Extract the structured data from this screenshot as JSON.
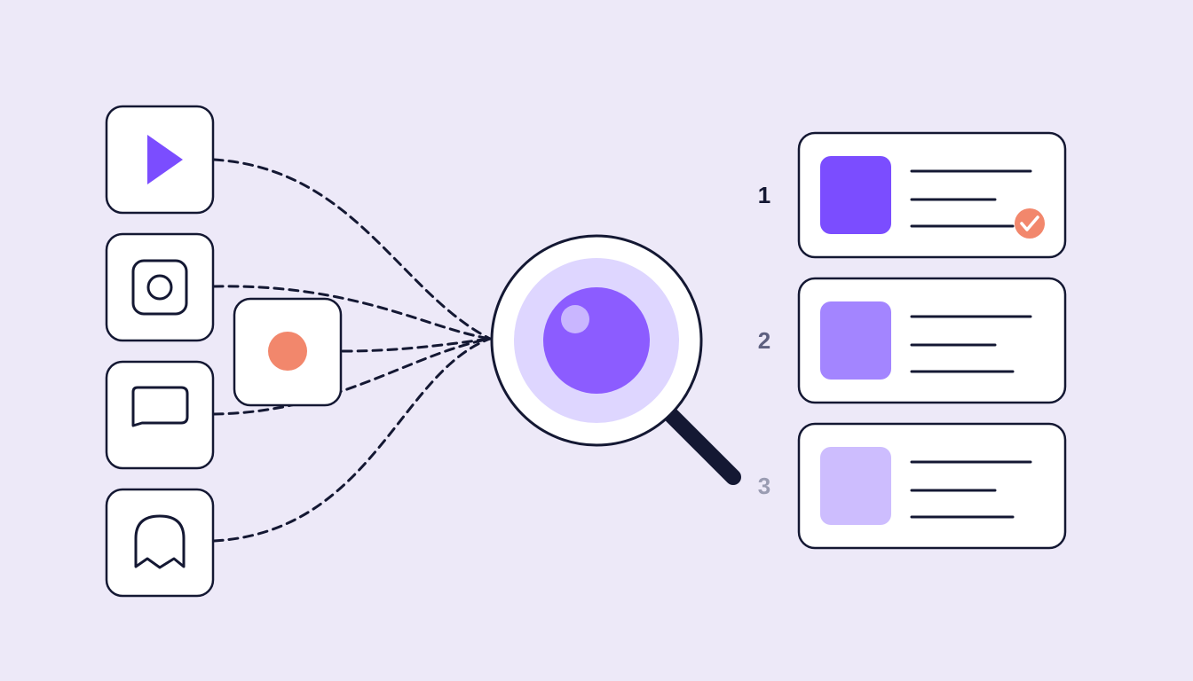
{
  "palette": {
    "background": "#EDE9F8",
    "outline": "#141833",
    "card_fill": "#FFFFFF",
    "accent_purple": "#7B4DFF",
    "accent_purple_mid": "#A385FF",
    "accent_purple_light": "#CDBDFE",
    "lens_ring": "#DED6FF",
    "lens_core": "#8C5CFF",
    "lens_glint": "#C9B6FF",
    "accent_coral": "#F2876C"
  },
  "sources": [
    {
      "icon": "play-icon"
    },
    {
      "icon": "instagram-icon"
    },
    {
      "icon": "record-icon"
    },
    {
      "icon": "chat-bubble-icon"
    },
    {
      "icon": "ghost-icon"
    }
  ],
  "search": {
    "icon": "magnifying-glass-icon"
  },
  "results": [
    {
      "rank": "1",
      "thumb_color": "#7B4DFF",
      "rank_color": "#141833",
      "checked": true
    },
    {
      "rank": "2",
      "thumb_color": "#A385FF",
      "rank_color": "#5E6080",
      "checked": false
    },
    {
      "rank": "3",
      "thumb_color": "#CDBDFE",
      "rank_color": "#9A9CB2",
      "checked": false
    }
  ]
}
